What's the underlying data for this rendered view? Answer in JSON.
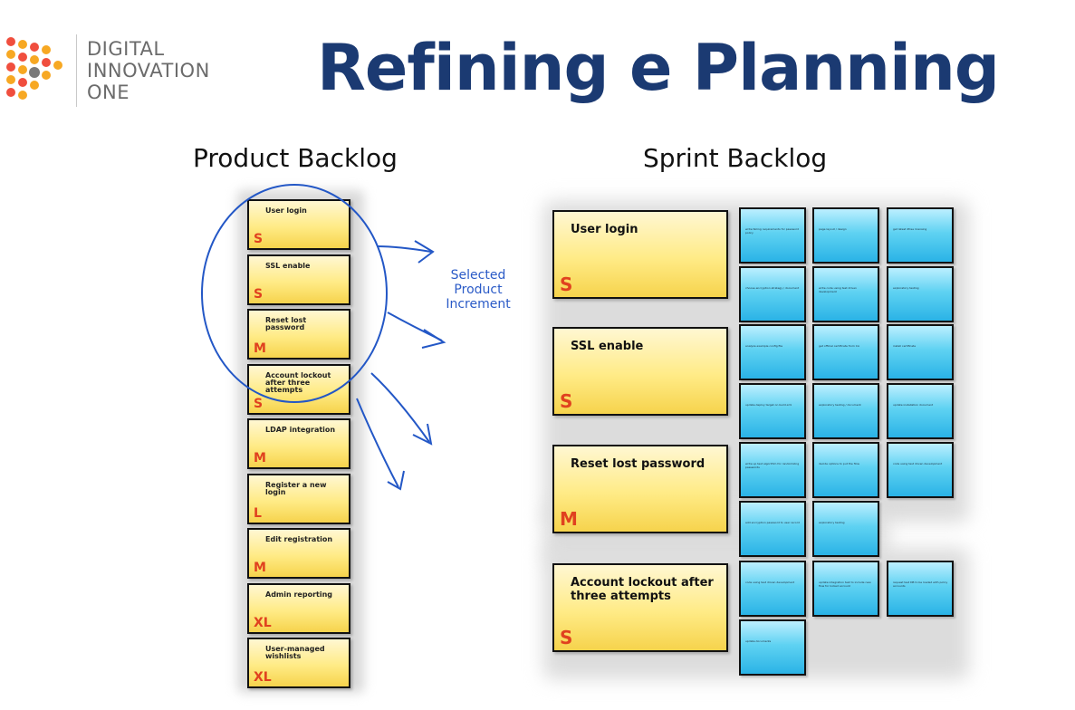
{
  "brand": {
    "lines": [
      "DIGITAL",
      "INNOVATION",
      "ONE"
    ],
    "colors": [
      "#f04e3e",
      "#f7a823",
      "#7a7a7a"
    ]
  },
  "title": "Refining e Planning",
  "product_backlog": {
    "heading": "Product Backlog",
    "items": [
      {
        "title": "User login",
        "size": "S"
      },
      {
        "title": "SSL enable",
        "size": "S"
      },
      {
        "title": "Reset lost password",
        "size": "M"
      },
      {
        "title": "Account lockout after three attempts",
        "size": "S"
      },
      {
        "title": "LDAP integration",
        "size": "M"
      },
      {
        "title": "Register a new login",
        "size": "L"
      },
      {
        "title": "Edit registration",
        "size": "M"
      },
      {
        "title": "Admin reporting",
        "size": "XL"
      },
      {
        "title": "User-managed wishlists",
        "size": "XL"
      }
    ]
  },
  "selected_label": [
    "Selected",
    "Product",
    "Increment"
  ],
  "sprint_backlog": {
    "heading": "Sprint Backlog",
    "stories": [
      {
        "title": "User login",
        "size": "S",
        "tasks": [
          "write failing requirements for password policy",
          "page layout / design",
          "get latest 4free licensing",
          "choose encryption strategy / document",
          "write code using test driven development",
          "exploratory testing"
        ]
      },
      {
        "title": "SSL enable",
        "size": "S",
        "tasks": [
          "analyze example config file",
          "get official certificate from CA",
          "install certificate",
          "update deploy target on build.xml",
          "exploratory testing / document",
          "update installation document"
        ]
      },
      {
        "title": "Reset lost password",
        "size": "M",
        "tasks": [
          "write up test algorithm for randomizing passwords",
          "decide options to put the flow",
          "code using test driven development",
          "add encryption password to user record",
          "exploratory testing"
        ]
      },
      {
        "title": "Account lockout after three attempts",
        "size": "S",
        "tasks": [
          "code using test driven development",
          "update integration test to include new flow for locked account",
          "request test DB to be loaded with policy accounts",
          "update documents"
        ]
      }
    ]
  }
}
